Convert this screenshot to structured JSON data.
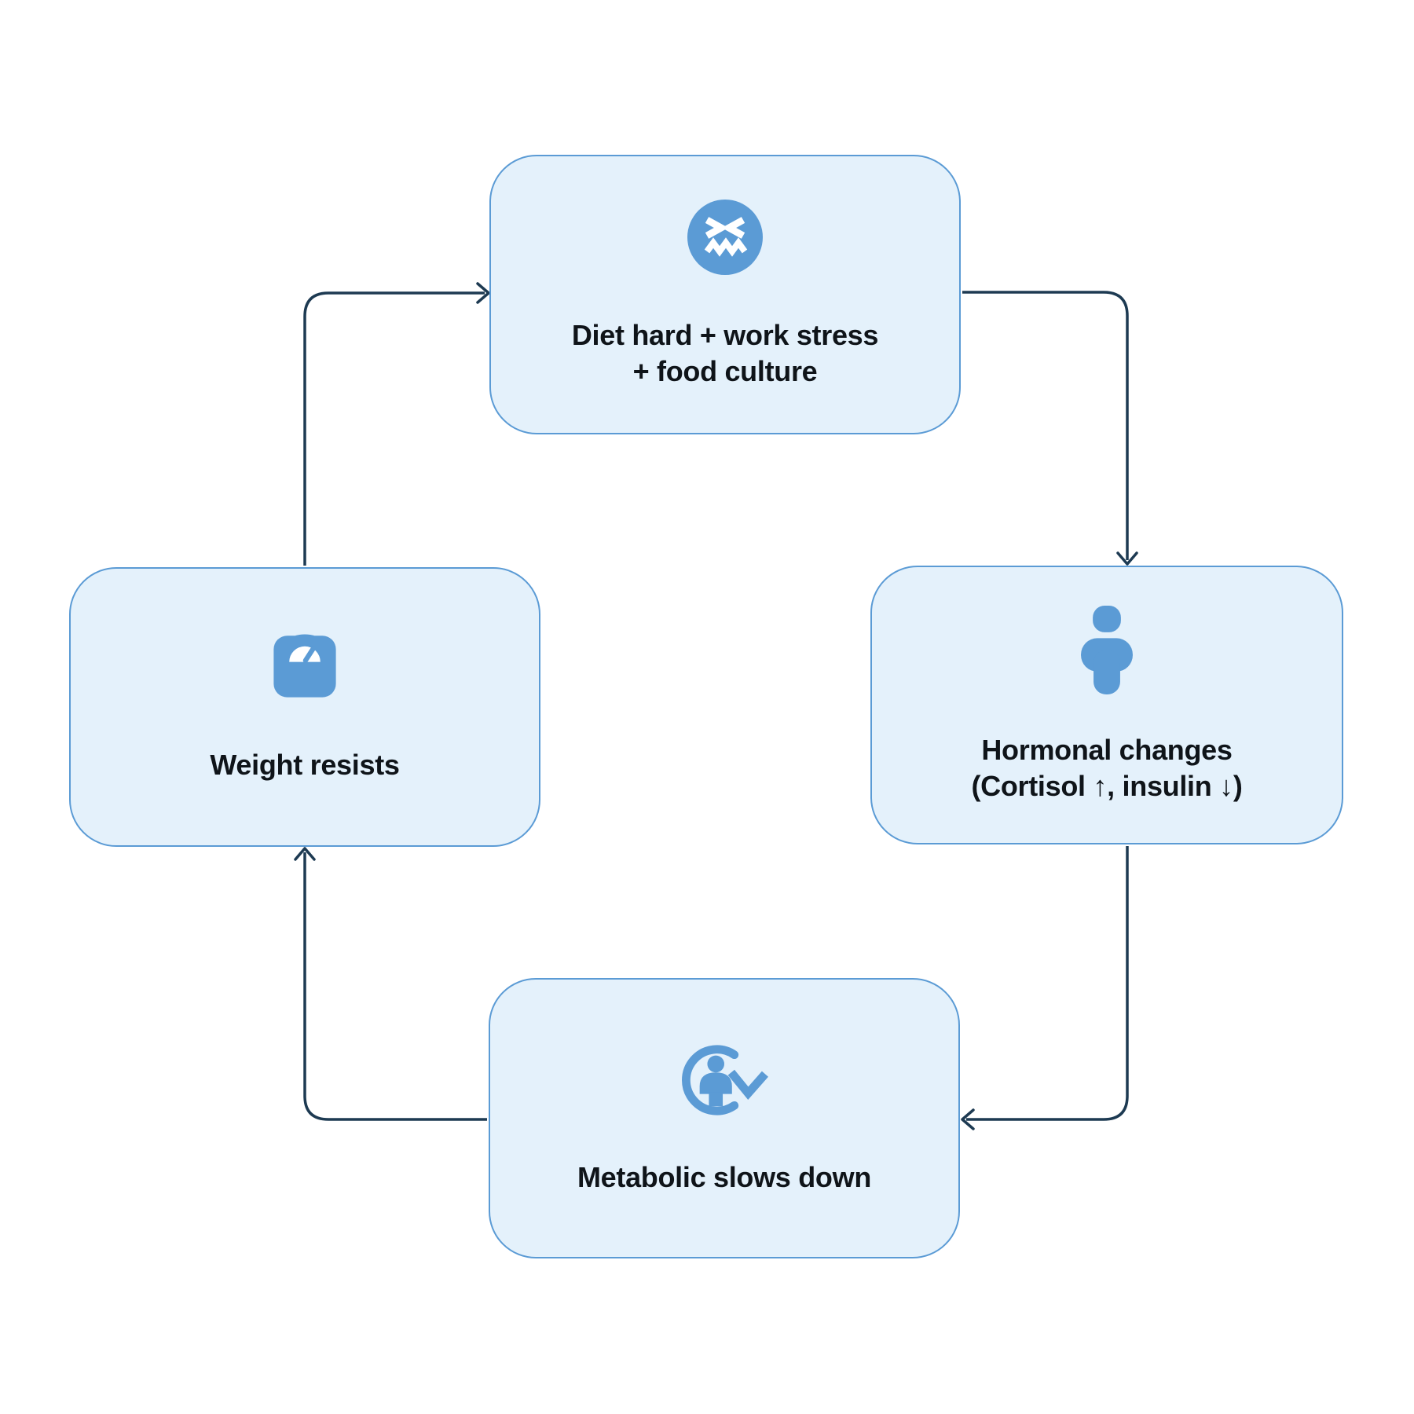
{
  "colors": {
    "page_bg": "#ffffff",
    "node_fill": "#e4f1fb",
    "node_border": "#5b9bd5",
    "icon_color": "#5b9bd5",
    "arrow_color": "#1d3a52",
    "text_color": "#0f1419"
  },
  "nodes": {
    "stress": {
      "line1": "Diet hard + work stress",
      "line2": "+ food culture",
      "icon": "confounded-face-icon"
    },
    "hormonal": {
      "line1": "Hormonal changes",
      "line2": "(Cortisol ↑, insulin ↓)",
      "icon": "person-icon"
    },
    "metabolic": {
      "line1": "Metabolic slows down",
      "icon": "person-refresh-icon"
    },
    "weight": {
      "line1": "Weight resists",
      "icon": "weight-scale-icon"
    }
  },
  "edges": [
    {
      "from": "weight",
      "to": "stress"
    },
    {
      "from": "stress",
      "to": "hormonal"
    },
    {
      "from": "hormonal",
      "to": "metabolic"
    },
    {
      "from": "metabolic",
      "to": "weight"
    }
  ]
}
